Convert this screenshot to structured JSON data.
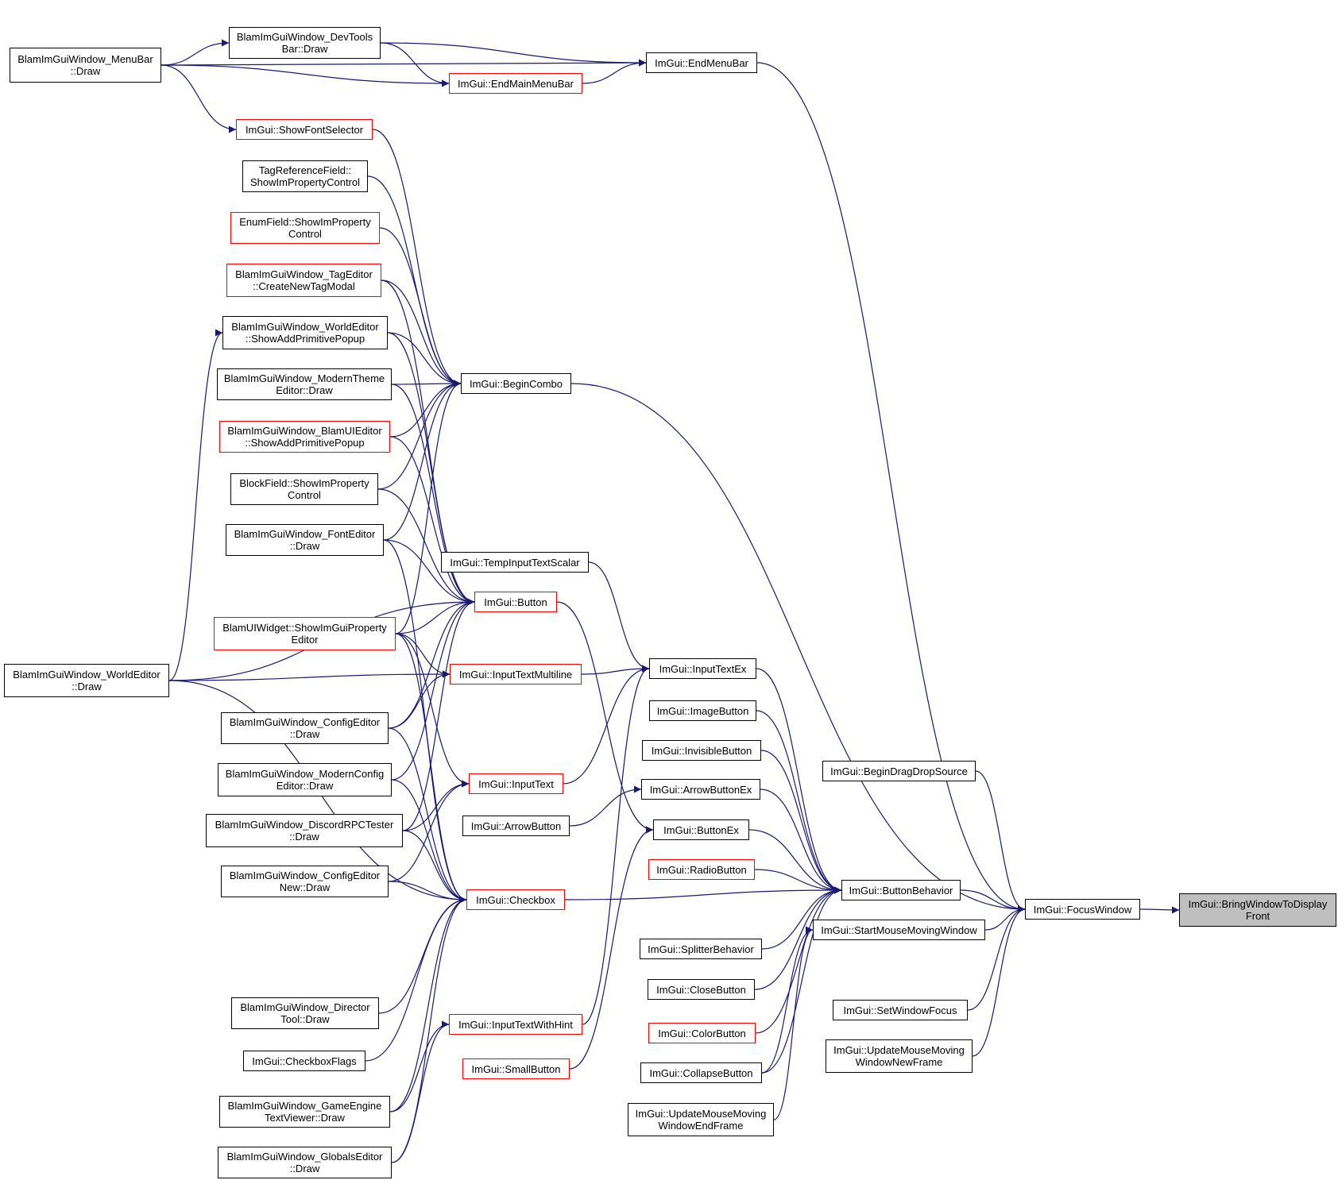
{
  "colors": {
    "edge": "#191970",
    "node_border": "#000000",
    "red_border": "#ff0000",
    "current_fill": "#bfbfbf",
    "background": "#ffffff"
  },
  "nodes": [
    {
      "id": "menubar_draw",
      "label": "BlamImGuiWindow_MenuBar\n::Draw",
      "style": "normal"
    },
    {
      "id": "devtools_draw",
      "label": "BlamImGuiWindow_DevTools\nBar::Draw",
      "style": "normal"
    },
    {
      "id": "end_main_menu_bar",
      "label": "ImGui::EndMainMenuBar",
      "style": "red"
    },
    {
      "id": "end_menu_bar",
      "label": "ImGui::EndMenuBar",
      "style": "normal"
    },
    {
      "id": "show_font_selector",
      "label": "ImGui::ShowFontSelector",
      "style": "red"
    },
    {
      "id": "tagref_field",
      "label": "TagReferenceField::\nShowImPropertyControl",
      "style": "normal"
    },
    {
      "id": "enum_field",
      "label": "EnumField::ShowImProperty\nControl",
      "style": "red"
    },
    {
      "id": "tageditor_modal",
      "label": "BlamImGuiWindow_TagEditor\n::CreateNewTagModal",
      "style": "red"
    },
    {
      "id": "worldeditor_popup",
      "label": "BlamImGuiWindow_WorldEditor\n::ShowAddPrimitivePopup",
      "style": "normal"
    },
    {
      "id": "moderntheme_draw",
      "label": "BlamImGuiWindow_ModernTheme\nEditor::Draw",
      "style": "normal"
    },
    {
      "id": "begin_combo",
      "label": "ImGui::BeginCombo",
      "style": "normal"
    },
    {
      "id": "blamui_popup",
      "label": "BlamImGuiWindow_BlamUIEditor\n::ShowAddPrimitivePopup",
      "style": "red"
    },
    {
      "id": "block_field",
      "label": "BlockField::ShowImProperty\nControl",
      "style": "normal"
    },
    {
      "id": "fonteditor_draw",
      "label": "BlamImGuiWindow_FontEditor\n::Draw",
      "style": "normal"
    },
    {
      "id": "temp_input_scalar",
      "label": "ImGui::TempInputTextScalar",
      "style": "normal"
    },
    {
      "id": "button",
      "label": "ImGui::Button",
      "style": "red"
    },
    {
      "id": "blamui_widget",
      "label": "BlamUIWidget::ShowImGuiProperty\nEditor",
      "style": "red"
    },
    {
      "id": "worldeditor_draw",
      "label": "BlamImGuiWindow_WorldEditor\n::Draw",
      "style": "normal"
    },
    {
      "id": "input_multiline",
      "label": "ImGui::InputTextMultiline",
      "style": "red"
    },
    {
      "id": "input_text_ex",
      "label": "ImGui::InputTextEx",
      "style": "normal"
    },
    {
      "id": "image_button",
      "label": "ImGui::ImageButton",
      "style": "normal"
    },
    {
      "id": "configeditor_draw",
      "label": "BlamImGuiWindow_ConfigEditor\n::Draw",
      "style": "normal"
    },
    {
      "id": "invisible_button",
      "label": "ImGui::InvisibleButton",
      "style": "normal"
    },
    {
      "id": "begin_dragdrop",
      "label": "ImGui::BeginDragDropSource",
      "style": "normal"
    },
    {
      "id": "modernconfig_draw",
      "label": "BlamImGuiWindow_ModernConfig\nEditor::Draw",
      "style": "normal"
    },
    {
      "id": "input_text",
      "label": "ImGui::InputText",
      "style": "red"
    },
    {
      "id": "arrow_button_ex",
      "label": "ImGui::ArrowButtonEx",
      "style": "normal"
    },
    {
      "id": "discord_draw",
      "label": "BlamImGuiWindow_DiscordRPCTester\n::Draw",
      "style": "normal"
    },
    {
      "id": "arrow_button",
      "label": "ImGui::ArrowButton",
      "style": "normal"
    },
    {
      "id": "button_ex",
      "label": "ImGui::ButtonEx",
      "style": "normal"
    },
    {
      "id": "radio_button",
      "label": "ImGui::RadioButton",
      "style": "red"
    },
    {
      "id": "configeditornew_draw",
      "label": "BlamImGuiWindow_ConfigEditor\nNew::Draw",
      "style": "normal"
    },
    {
      "id": "button_behavior",
      "label": "ImGui::ButtonBehavior",
      "style": "normal"
    },
    {
      "id": "checkbox",
      "label": "ImGui::Checkbox",
      "style": "red"
    },
    {
      "id": "focus_window",
      "label": "ImGui::FocusWindow",
      "style": "normal"
    },
    {
      "id": "bring_front",
      "label": "ImGui::BringWindowToDisplay\nFront",
      "style": "current"
    },
    {
      "id": "start_mouse_moving",
      "label": "ImGui::StartMouseMovingWindow",
      "style": "normal"
    },
    {
      "id": "splitter_behavior",
      "label": "ImGui::SplitterBehavior",
      "style": "normal"
    },
    {
      "id": "close_button",
      "label": "ImGui::CloseButton",
      "style": "normal"
    },
    {
      "id": "set_window_focus",
      "label": "ImGui::SetWindowFocus",
      "style": "normal"
    },
    {
      "id": "director_draw",
      "label": "BlamImGuiWindow_Director\nTool::Draw",
      "style": "normal"
    },
    {
      "id": "input_with_hint",
      "label": "ImGui::InputTextWithHint",
      "style": "red"
    },
    {
      "id": "color_button",
      "label": "ImGui::ColorButton",
      "style": "red"
    },
    {
      "id": "update_new_frame",
      "label": "ImGui::UpdateMouseMoving\nWindowNewFrame",
      "style": "normal"
    },
    {
      "id": "checkbox_flags",
      "label": "ImGui::CheckboxFlags",
      "style": "normal"
    },
    {
      "id": "small_button",
      "label": "ImGui::SmallButton",
      "style": "red"
    },
    {
      "id": "collapse_button",
      "label": "ImGui::CollapseButton",
      "style": "normal"
    },
    {
      "id": "gameengine_draw",
      "label": "BlamImGuiWindow_GameEngine\nTextViewer::Draw",
      "style": "normal"
    },
    {
      "id": "update_end_frame",
      "label": "ImGui::UpdateMouseMoving\nWindowEndFrame",
      "style": "normal"
    },
    {
      "id": "globals_draw",
      "label": "BlamImGuiWindow_GlobalsEditor\n::Draw",
      "style": "normal"
    }
  ],
  "edges": [
    [
      "focus_window",
      "bring_front"
    ],
    [
      "button_behavior",
      "focus_window"
    ],
    [
      "start_mouse_moving",
      "focus_window"
    ],
    [
      "begin_dragdrop",
      "focus_window"
    ],
    [
      "set_window_focus",
      "focus_window"
    ],
    [
      "update_new_frame",
      "focus_window"
    ],
    [
      "end_menu_bar",
      "focus_window"
    ],
    [
      "begin_combo",
      "focus_window"
    ],
    [
      "input_text_ex",
      "button_behavior"
    ],
    [
      "image_button",
      "button_behavior"
    ],
    [
      "invisible_button",
      "button_behavior"
    ],
    [
      "arrow_button_ex",
      "button_behavior"
    ],
    [
      "button_ex",
      "button_behavior"
    ],
    [
      "radio_button",
      "button_behavior"
    ],
    [
      "checkbox",
      "button_behavior"
    ],
    [
      "splitter_behavior",
      "button_behavior"
    ],
    [
      "close_button",
      "button_behavior"
    ],
    [
      "color_button",
      "button_behavior"
    ],
    [
      "collapse_button",
      "button_behavior"
    ],
    [
      "collapse_button",
      "start_mouse_moving"
    ],
    [
      "update_end_frame",
      "start_mouse_moving"
    ],
    [
      "menubar_draw",
      "end_menu_bar"
    ],
    [
      "devtools_draw",
      "end_menu_bar"
    ],
    [
      "end_main_menu_bar",
      "end_menu_bar"
    ],
    [
      "menubar_draw",
      "devtools_draw"
    ],
    [
      "menubar_draw",
      "end_main_menu_bar"
    ],
    [
      "devtools_draw",
      "end_main_menu_bar"
    ],
    [
      "menubar_draw",
      "show_font_selector"
    ],
    [
      "show_font_selector",
      "begin_combo"
    ],
    [
      "tagref_field",
      "begin_combo"
    ],
    [
      "enum_field",
      "begin_combo"
    ],
    [
      "tageditor_modal",
      "begin_combo"
    ],
    [
      "worldeditor_popup",
      "begin_combo"
    ],
    [
      "moderntheme_draw",
      "begin_combo"
    ],
    [
      "blamui_popup",
      "begin_combo"
    ],
    [
      "block_field",
      "begin_combo"
    ],
    [
      "fonteditor_draw",
      "begin_combo"
    ],
    [
      "blamui_widget",
      "begin_combo"
    ],
    [
      "worldeditor_draw",
      "worldeditor_popup"
    ],
    [
      "worldeditor_draw",
      "button"
    ],
    [
      "worldeditor_draw",
      "input_multiline"
    ],
    [
      "worldeditor_draw",
      "checkbox"
    ],
    [
      "tageditor_modal",
      "button"
    ],
    [
      "worldeditor_popup",
      "button"
    ],
    [
      "moderntheme_draw",
      "button"
    ],
    [
      "blamui_popup",
      "button"
    ],
    [
      "block_field",
      "button"
    ],
    [
      "fonteditor_draw",
      "button"
    ],
    [
      "fonteditor_draw",
      "checkbox"
    ],
    [
      "blamui_widget",
      "button"
    ],
    [
      "blamui_widget",
      "input_multiline"
    ],
    [
      "blamui_widget",
      "input_text"
    ],
    [
      "blamui_widget",
      "checkbox"
    ],
    [
      "configeditor_draw",
      "button"
    ],
    [
      "configeditor_draw",
      "input_multiline"
    ],
    [
      "configeditor_draw",
      "checkbox"
    ],
    [
      "modernconfig_draw",
      "button"
    ],
    [
      "modernconfig_draw",
      "checkbox"
    ],
    [
      "discord_draw",
      "button"
    ],
    [
      "discord_draw",
      "input_text"
    ],
    [
      "discord_draw",
      "checkbox"
    ],
    [
      "configeditornew_draw",
      "input_text"
    ],
    [
      "configeditornew_draw",
      "checkbox"
    ],
    [
      "director_draw",
      "checkbox"
    ],
    [
      "checkbox_flags",
      "checkbox"
    ],
    [
      "gameengine_draw",
      "checkbox"
    ],
    [
      "gameengine_draw",
      "input_with_hint"
    ],
    [
      "globals_draw",
      "checkbox"
    ],
    [
      "globals_draw",
      "input_with_hint"
    ],
    [
      "temp_input_scalar",
      "input_text_ex"
    ],
    [
      "input_multiline",
      "input_text_ex"
    ],
    [
      "input_text",
      "input_text_ex"
    ],
    [
      "input_with_hint",
      "input_text_ex"
    ],
    [
      "button",
      "button_ex"
    ],
    [
      "small_button",
      "button_ex"
    ],
    [
      "arrow_button",
      "arrow_button_ex"
    ]
  ]
}
